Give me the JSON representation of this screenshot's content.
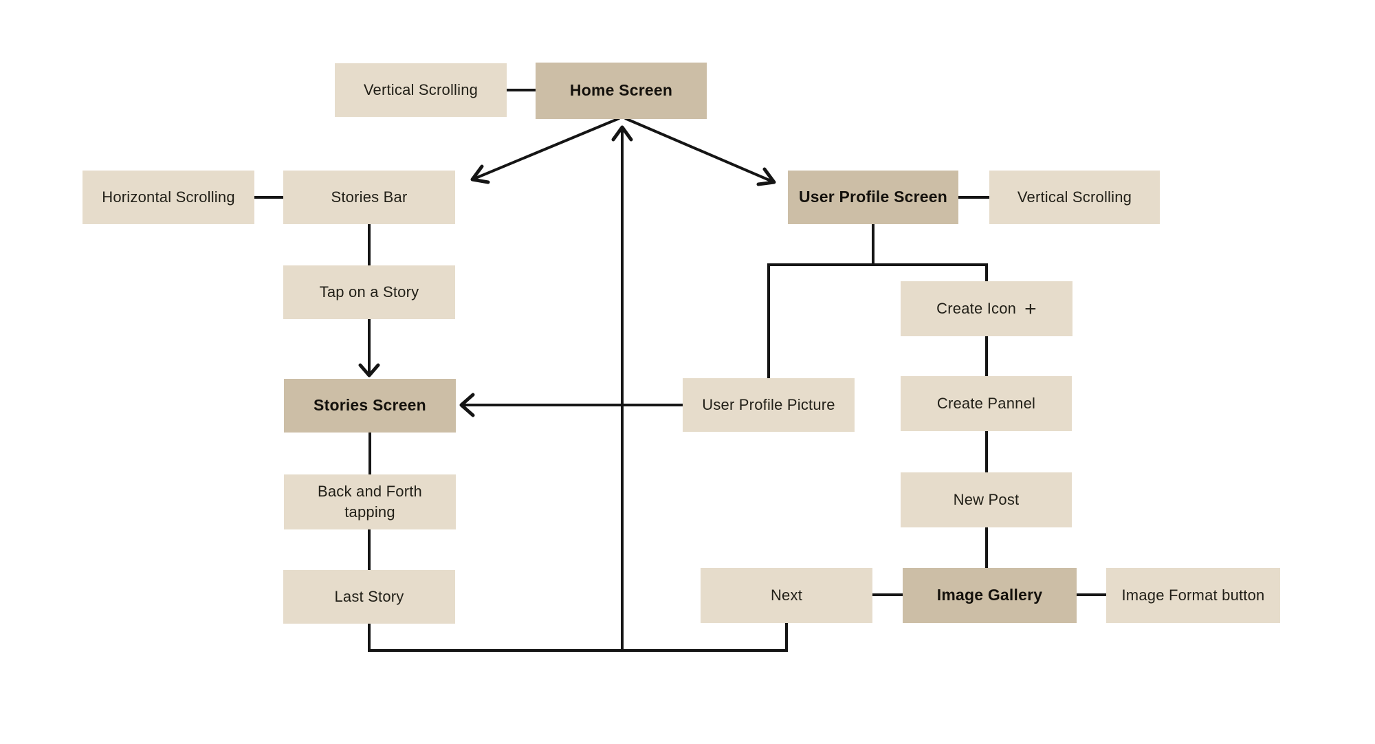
{
  "colors": {
    "background": "#ffffff",
    "node_light": "#e6dccb",
    "node_dark": "#ccbea6",
    "connector": "#151515",
    "text": "#222018"
  },
  "nodes": {
    "vertical_scrolling_top": {
      "label": "Vertical Scrolling",
      "style": "light"
    },
    "home_screen": {
      "label": "Home Screen",
      "style": "dark"
    },
    "horizontal_scrolling": {
      "label": "Horizontal Scrolling",
      "style": "light"
    },
    "stories_bar": {
      "label": "Stories Bar",
      "style": "light"
    },
    "tap_on_a_story": {
      "label": "Tap on a Story",
      "style": "light"
    },
    "stories_screen": {
      "label": "Stories Screen",
      "style": "dark"
    },
    "back_and_forth_tapping": {
      "label": "Back and Forth tapping",
      "style": "light"
    },
    "last_story": {
      "label": "Last Story",
      "style": "light"
    },
    "user_profile_screen": {
      "label": "User Profile Screen",
      "style": "dark"
    },
    "vertical_scrolling_right": {
      "label": "Vertical Scrolling",
      "style": "light"
    },
    "create_icon": {
      "label": "Create Icon",
      "plus": "+",
      "style": "light"
    },
    "user_profile_picture": {
      "label": "User Profile Picture",
      "style": "light"
    },
    "create_pannel": {
      "label": "Create Pannel",
      "style": "light"
    },
    "new_post": {
      "label": "New Post",
      "style": "light"
    },
    "next": {
      "label": "Next",
      "style": "light"
    },
    "image_gallery": {
      "label": "Image Gallery",
      "style": "dark"
    },
    "image_format_button": {
      "label": "Image Format button",
      "style": "light"
    }
  },
  "edges": [
    {
      "from": "Vertical Scrolling",
      "to": "Home Screen",
      "connector": "line"
    },
    {
      "from": "Home Screen",
      "to": "Stories Bar",
      "connector": "arrow"
    },
    {
      "from": "Home Screen",
      "to": "User Profile Screen",
      "connector": "arrow"
    },
    {
      "from": "Horizontal Scrolling",
      "to": "Stories Bar",
      "connector": "line"
    },
    {
      "from": "Stories Bar",
      "to": "Tap on a Story",
      "connector": "line"
    },
    {
      "from": "Tap on a Story",
      "to": "Stories Screen",
      "connector": "arrow"
    },
    {
      "from": "Stories Screen",
      "to": "Back and Forth tapping",
      "connector": "line"
    },
    {
      "from": "Back and Forth tapping",
      "to": "Last Story",
      "connector": "line"
    },
    {
      "from": "User Profile Screen",
      "to": "Vertical Scrolling",
      "connector": "line"
    },
    {
      "from": "User Profile Screen",
      "to": "User Profile Picture",
      "connector": "line"
    },
    {
      "from": "User Profile Screen",
      "to": "Create Icon",
      "connector": "line"
    },
    {
      "from": "User Profile Picture",
      "to": "Stories Screen",
      "connector": "arrow"
    },
    {
      "from": "Create Icon",
      "to": "Create Pannel",
      "connector": "line"
    },
    {
      "from": "Create Pannel",
      "to": "New Post",
      "connector": "line"
    },
    {
      "from": "New Post",
      "to": "Image Gallery",
      "connector": "line"
    },
    {
      "from": "Next",
      "to": "Image Gallery",
      "connector": "line"
    },
    {
      "from": "Image Gallery",
      "to": "Image Format button",
      "connector": "line"
    },
    {
      "from": "Last Story",
      "to": "Home Screen",
      "connector": "arrow"
    },
    {
      "from": "Next",
      "to": "Home Screen",
      "connector": "arrow"
    }
  ]
}
